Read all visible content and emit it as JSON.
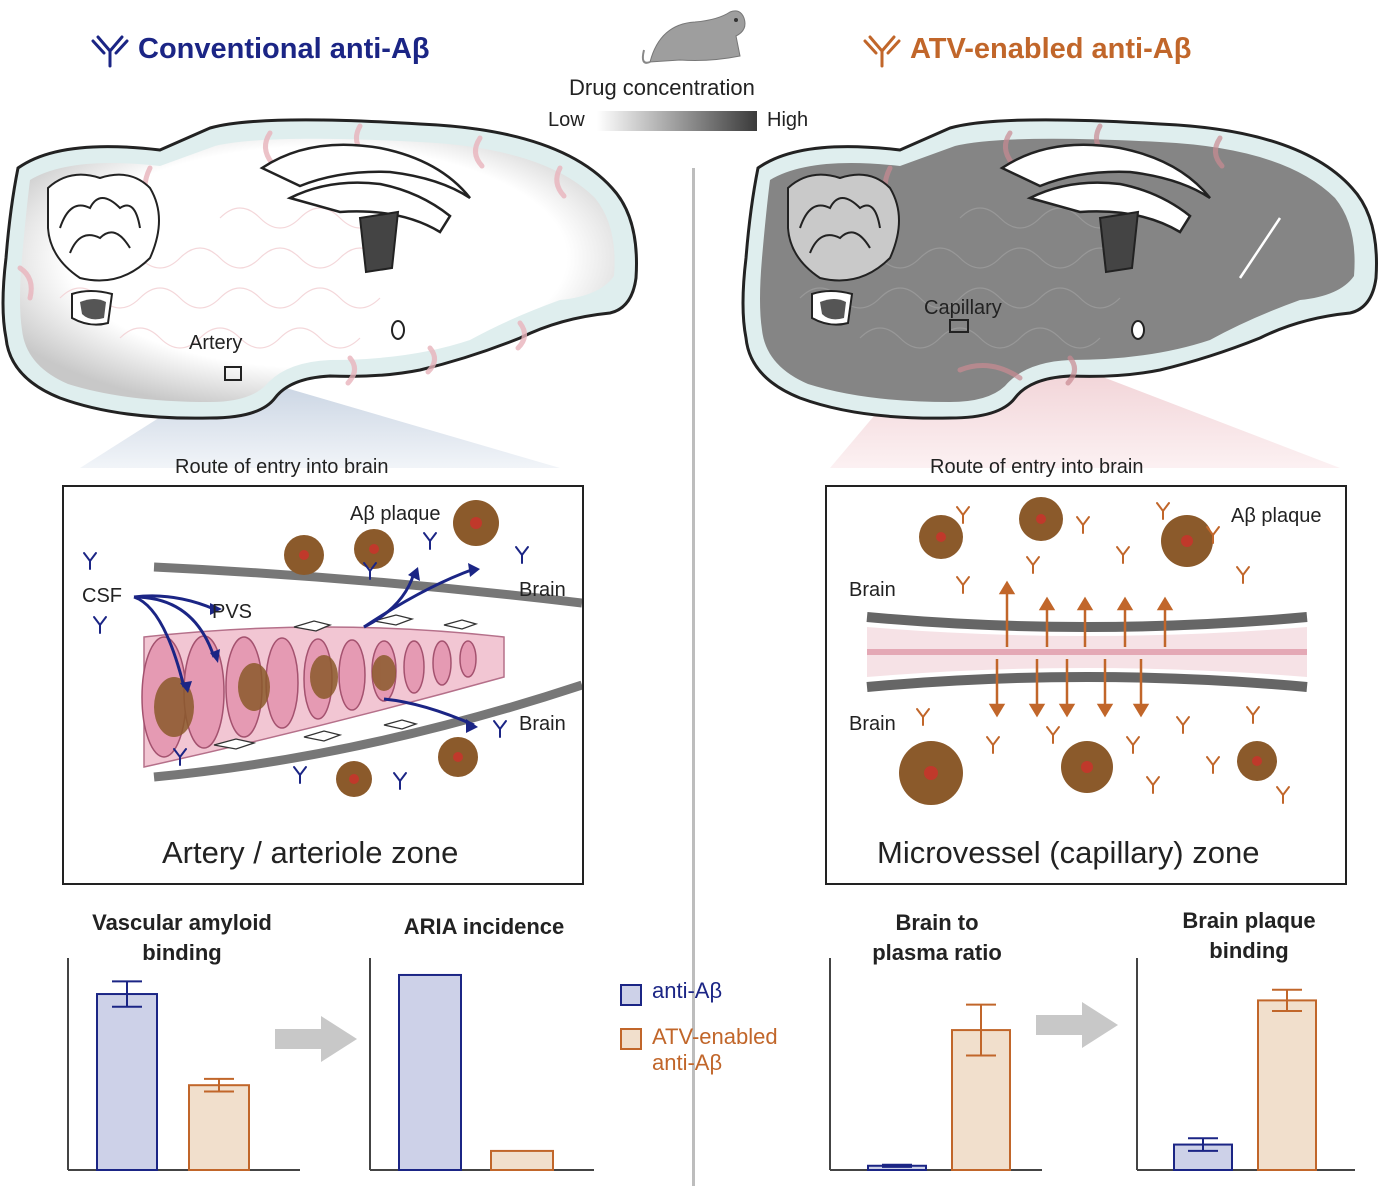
{
  "left": {
    "heading": "Conventional anti-Aβ",
    "location_label": "Artery",
    "route_label": "Route of entry into brain",
    "panel": {
      "plaque_label": "Aβ plaque",
      "csf_label": "CSF",
      "pvs_label": "PVS",
      "brain_top_label": "Brain",
      "brain_bottom_label": "Brain",
      "zone_title": "Artery / arteriole zone"
    }
  },
  "right": {
    "heading": "ATV-enabled anti-Aβ",
    "location_label": "Capillary",
    "route_label": "Route of entry into brain",
    "panel": {
      "plaque_label": "Aβ plaque",
      "brain_top_label": "Brain",
      "brain_bottom_label": "Brain",
      "zone_title": "Microvessel (capillary) zone"
    }
  },
  "scale": {
    "title": "Drug concentration",
    "low_label": "Low",
    "high_label": "High"
  },
  "legend": {
    "items": [
      {
        "label": "anti-Aβ",
        "color": "#1b2585",
        "fill": "#cdd1e8"
      },
      {
        "label": "ATV-enabled anti-Aβ",
        "label_lines": [
          "ATV-enabled",
          "anti-Aβ"
        ],
        "color": "#c1662a",
        "fill": "#f1dfcc"
      }
    ]
  },
  "colors": {
    "blue": "#1b2585",
    "orange": "#c1662a",
    "blue_fill": "#cdd1e8",
    "orange_fill": "#f1dfcc"
  },
  "chart_data": [
    {
      "type": "bar",
      "title": "Vascular amyloid binding",
      "title_lines": [
        "Vascular amyloid",
        "binding"
      ],
      "categories": [
        "anti-Aβ",
        "ATV-enabled anti-Aβ"
      ],
      "values": [
        0.83,
        0.4
      ],
      "errors": [
        0.06,
        0.03
      ],
      "ylim": [
        0,
        1
      ]
    },
    {
      "type": "bar",
      "title": "ARIA incidence",
      "title_lines": [
        "ARIA incidence"
      ],
      "categories": [
        "anti-Aβ",
        "ATV-enabled anti-Aβ"
      ],
      "values": [
        0.92,
        0.09
      ],
      "errors": [
        0,
        0
      ],
      "ylim": [
        0,
        1
      ]
    },
    {
      "type": "bar",
      "title": "Brain to plasma ratio",
      "title_lines": [
        "Brain to",
        "plasma ratio"
      ],
      "categories": [
        "anti-Aβ",
        "ATV-enabled anti-Aβ"
      ],
      "values": [
        0.02,
        0.66
      ],
      "errors": [
        0.005,
        0.12
      ],
      "ylim": [
        0,
        1
      ]
    },
    {
      "type": "bar",
      "title": "Brain plaque binding",
      "title_lines": [
        "Brain plaque",
        "binding"
      ],
      "categories": [
        "anti-Aβ",
        "ATV-enabled anti-Aβ"
      ],
      "values": [
        0.12,
        0.8
      ],
      "errors": [
        0.03,
        0.05
      ],
      "ylim": [
        0,
        1
      ]
    }
  ]
}
